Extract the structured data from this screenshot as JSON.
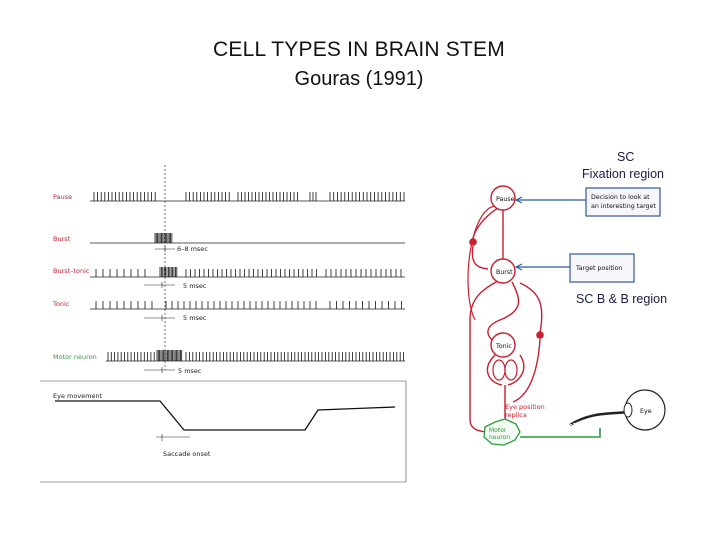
{
  "title": {
    "line1": "CELL TYPES  IN  BRAIN STEM",
    "line2": "Gouras (1991)"
  },
  "labels": {
    "sc_fixation_line1": "SC",
    "sc_fixation_line2": "Fixation region",
    "sc_bb": "SC   B & B region"
  },
  "traces": {
    "pause": "Pause",
    "burst": "Burst",
    "burst_tonic": "Burst–tonic",
    "tonic": "Tonic",
    "motor_neuron": "Motor neuron",
    "eye_movement": "Eye movement",
    "saccade_onset": "Saccade onset"
  },
  "timings": {
    "t1": "6–8 msec",
    "t2": "5  msec",
    "t3": "5  msec",
    "t4": "5 msec"
  },
  "circuit": {
    "pause": "Pause",
    "burst": "Burst",
    "tonic": "Tonic",
    "motor_line1": "Motor",
    "motor_line2": "neuron",
    "eye_pos_line1": "Eye position",
    "eye_pos_line2": "replica",
    "decision_line1": "Decision to look at",
    "decision_line2": "an interesting target",
    "target_position": "Target position",
    "eye": "Eye"
  },
  "colors": {
    "red": "#c8202e",
    "green": "#2e9a3c",
    "blue": "#2c5aa0",
    "box_fill": "#f7f7fb"
  }
}
